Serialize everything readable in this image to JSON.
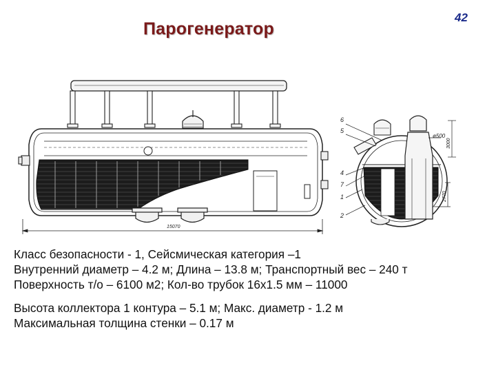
{
  "title": "Парогенератор",
  "page_number": "42",
  "drawing": {
    "dimension_length": "15070",
    "callouts": [
      "6",
      "5",
      "4",
      "7",
      "1",
      "2"
    ],
    "dim_diameter": "ø500",
    "dim_height_top": "3000",
    "dim_height_side": "2770"
  },
  "specs": {
    "group1": [
      "Класс безопасности - 1, Сейсмическая категория –1",
      "Внутренний диаметр – 4.2 м; Длина – 13.8 м; Транспортный вес – 240 т",
      "Поверхность т/о – 6100 м2; Кол-во трубок 16х1.5 мм – 11000"
    ],
    "group2": [
      "Высота коллектора 1 контура – 5.1 м; Макс.  диаметр - 1.2 м",
      "Максимальная толщина стенки – 0.17 м"
    ]
  }
}
